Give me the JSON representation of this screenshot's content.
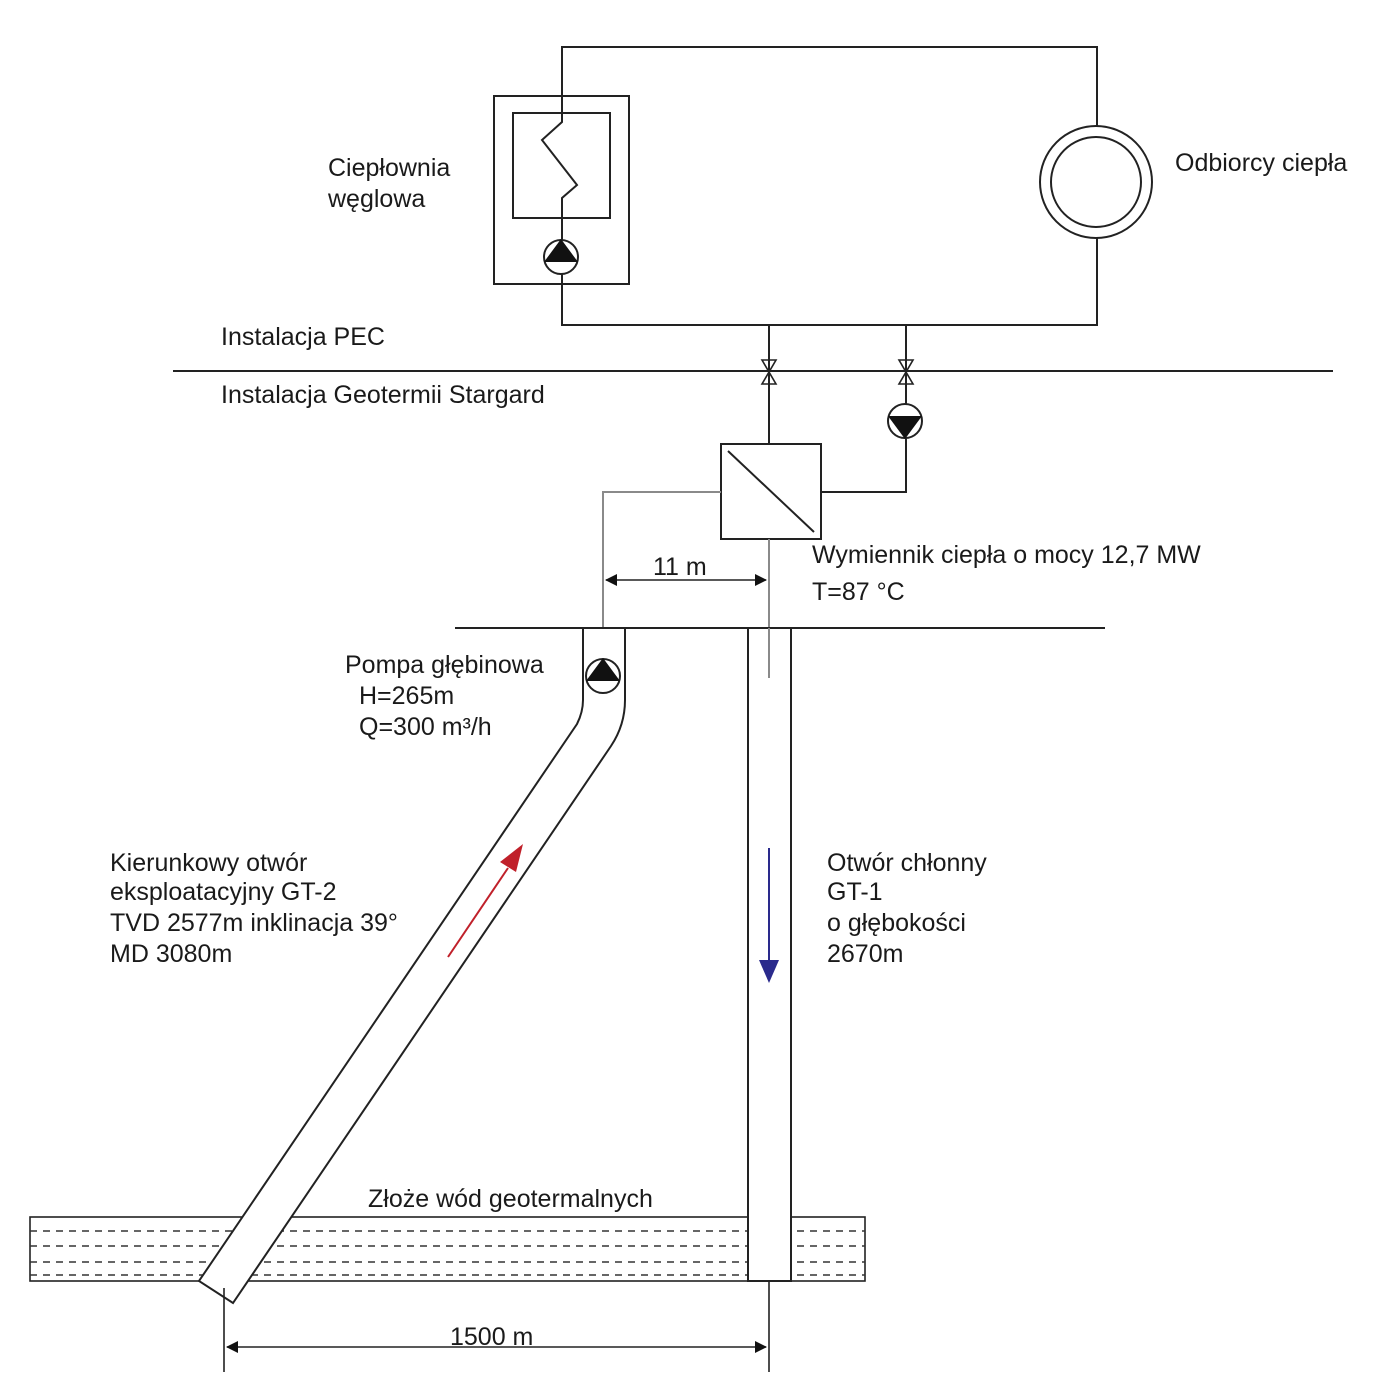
{
  "labels": {
    "coal_plant_line1": "Ciepłownia",
    "coal_plant_line2": "węglowa",
    "heat_consumers": "Odbiorcy ciepła",
    "installation_pec": "Instalacja PEC",
    "installation_geothermal": "Instalacja Geotermii Stargard",
    "heat_exchanger_line1": "Wymiennik ciepła o mocy 12,7 MW",
    "heat_exchanger_line2": "T=87 °C",
    "distance_short": "11 m",
    "deep_pump_line1": "Pompa głębinowa",
    "deep_pump_line2": "H=265m",
    "deep_pump_line3": "Q=300 m³/h",
    "production_well_line1": "Kierunkowy otwór",
    "production_well_line2": "eksploatacyjny GT-2",
    "production_well_line3": "TVD 2577m inklinacja 39°",
    "production_well_line4": "MD 3080m",
    "injection_well_line1": "Otwór chłonny",
    "injection_well_line2": "GT-1",
    "injection_well_line3": "o głębokości",
    "injection_well_line4": "2670m",
    "reservoir": "Złoże wód geotermalnych",
    "distance_long": "1500 m"
  },
  "colors": {
    "upflow_arrow": "#c0202a",
    "downflow_arrow": "#2a2a8c",
    "pipe": "#222222",
    "geothermal_pipe": "#8a8a8a"
  }
}
